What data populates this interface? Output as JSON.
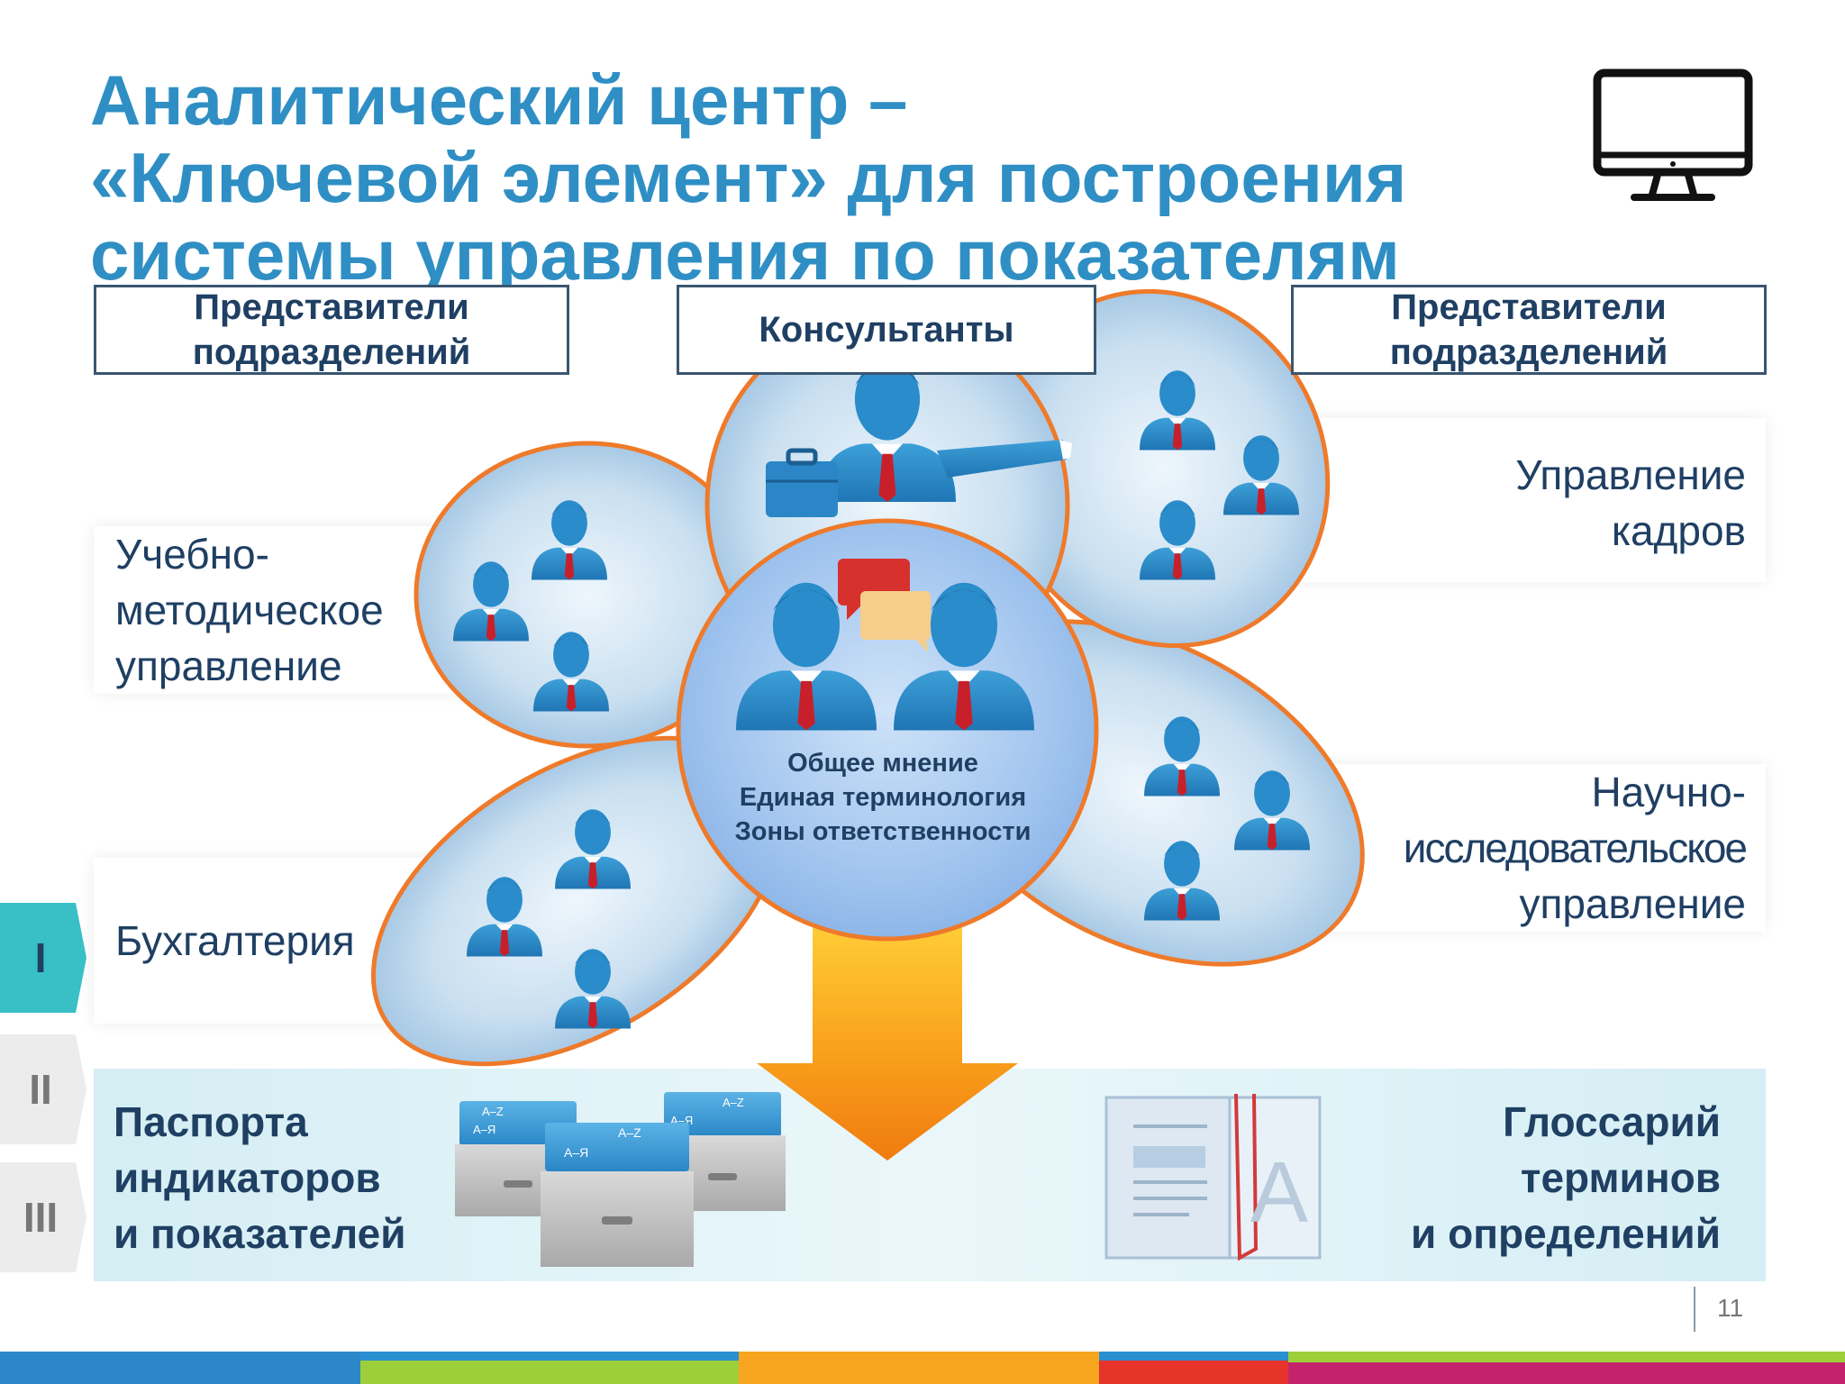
{
  "title": {
    "line1": "Аналитический центр –",
    "line2": "«Ключевой элемент» для построения",
    "line3": "системы управления по показателям"
  },
  "headers": {
    "left": {
      "line1": "Представители",
      "line2": "подразделений"
    },
    "center": "Консультанты",
    "right": {
      "line1": "Представители",
      "line2": "подразделений"
    }
  },
  "labels": {
    "training": {
      "line1": "Учебно-",
      "line2": "методическое",
      "line3": "управление"
    },
    "hr": {
      "line1": "Управление",
      "line2": "кадров"
    },
    "accounting": "Бухгалтерия",
    "research": {
      "line1": "Научно-",
      "line2": "исследовательское",
      "line3": "управление"
    }
  },
  "center": {
    "line1": "Общее мнение",
    "line2": "Единая терминология",
    "line3": "Зоны ответственности"
  },
  "bottom": {
    "passports": {
      "line1": "Паспорта",
      "line2": "индикаторов",
      "line3": "и показателей"
    },
    "glossary": {
      "line1": "Глоссарий",
      "line2": "терминов",
      "line3": "и определений"
    },
    "card_tab_az": "A–Z",
    "card_tab_ay": "A–Я",
    "book_letter": "A"
  },
  "nav": {
    "tab1": "I",
    "tab2": "II",
    "tab3": "III"
  },
  "page_number": "11",
  "colors": {
    "title": "#2f8fc4",
    "text_dark": "#1f3f63",
    "petal_stroke": "#ee7a2a",
    "arrow": "#f7931e",
    "nav_active": "#39bfc6",
    "bottom_band": "#d4eef4"
  }
}
